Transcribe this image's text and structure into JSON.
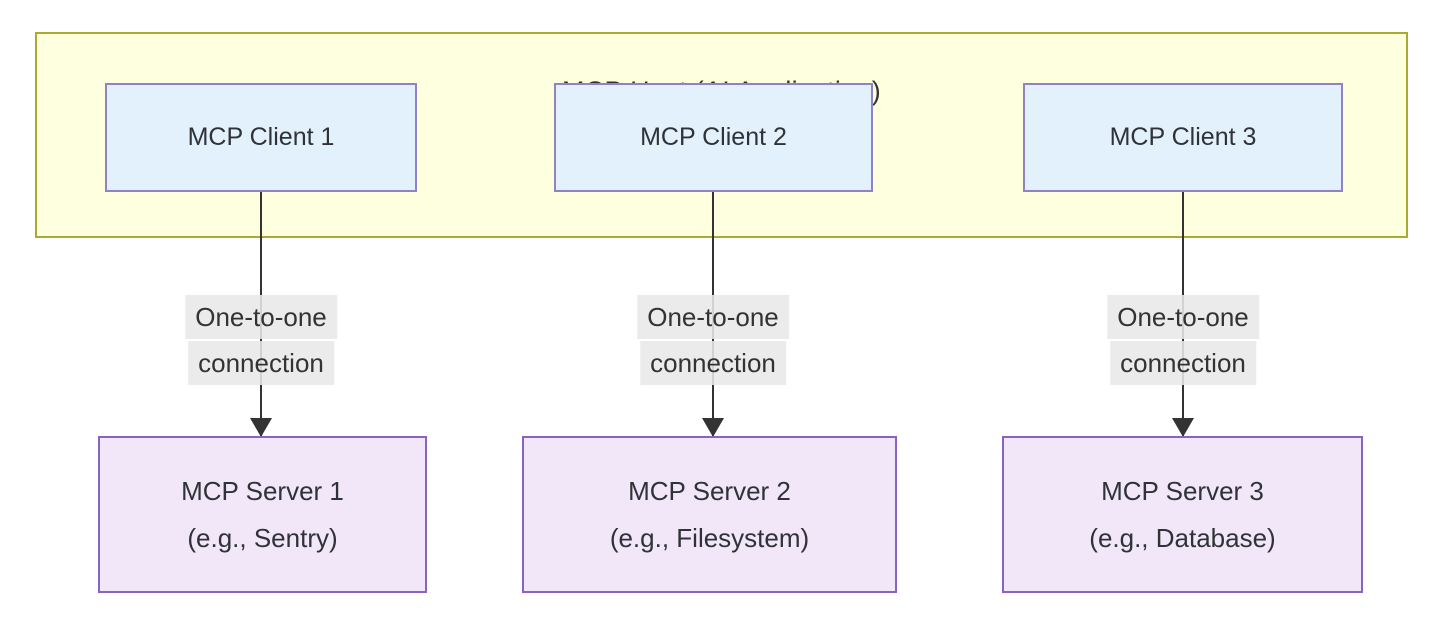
{
  "host": {
    "title": "MCP Host (AI Application)"
  },
  "clients": [
    {
      "label": "MCP Client 1"
    },
    {
      "label": "MCP Client 2"
    },
    {
      "label": "MCP Client 3"
    }
  ],
  "connections": [
    {
      "line1": "One-to-one",
      "line2": "connection"
    },
    {
      "line1": "One-to-one",
      "line2": "connection"
    },
    {
      "line1": "One-to-one",
      "line2": "connection"
    }
  ],
  "servers": [
    {
      "name": "MCP Server 1",
      "example": "(e.g., Sentry)"
    },
    {
      "name": "MCP Server 2",
      "example": "(e.g., Filesystem)"
    },
    {
      "name": "MCP Server 3",
      "example": "(e.g., Database)"
    }
  ],
  "colors": {
    "host_fill": "#feffde",
    "host_stroke": "#aaaa33",
    "client_fill": "#e3f1fc",
    "client_stroke": "#9083c5",
    "server_fill": "#f2e6f9",
    "server_stroke": "#8a63c0",
    "edge_label_bg": "#e8e8e8",
    "edge_line": "#333333",
    "text": "#333333"
  }
}
